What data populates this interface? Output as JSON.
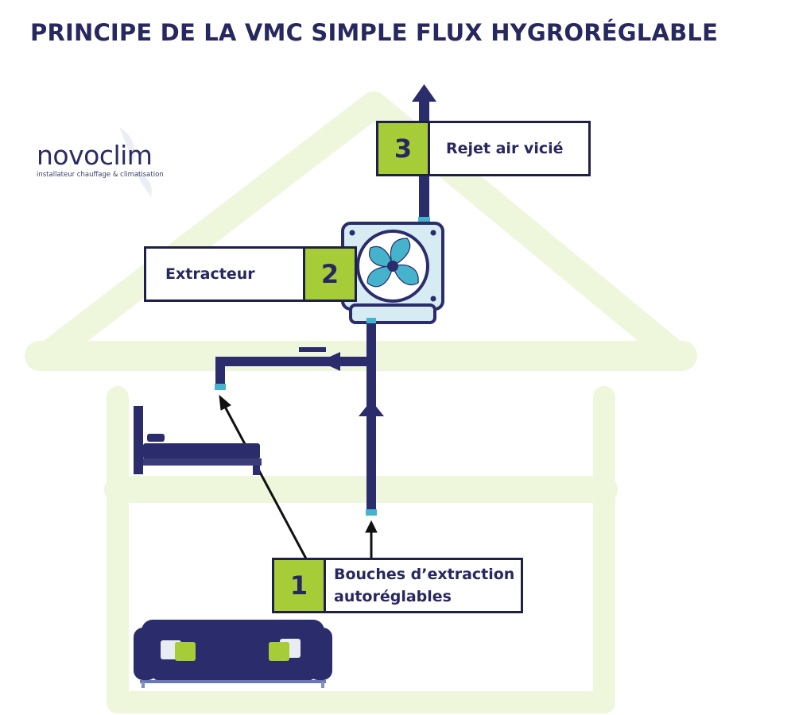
{
  "title": "PRINCIPE DE LA VMC SIMPLE FLUX HYGRORÉGLABLE",
  "logo": {
    "name": "novoclim",
    "tagline": "installateur chauffage & climatisation"
  },
  "labels": {
    "step3": {
      "number": "3",
      "text": "Rejet air vicié"
    },
    "step2": {
      "number": "2",
      "text": "Extracteur"
    },
    "step1": {
      "number": "1",
      "line1": "Bouches d’extraction",
      "line2": "autoréglables"
    }
  },
  "colors": {
    "navy": "#2b2c6b",
    "outline": "#1f2048",
    "accent_green": "#a6cc38",
    "house_green": "#eef6dc",
    "fan_blue": "#45b3cc",
    "fan_frame": "#d7ebf3"
  },
  "icons": [
    "fan-icon",
    "bed-icon",
    "sofa-icon",
    "house-outline"
  ]
}
